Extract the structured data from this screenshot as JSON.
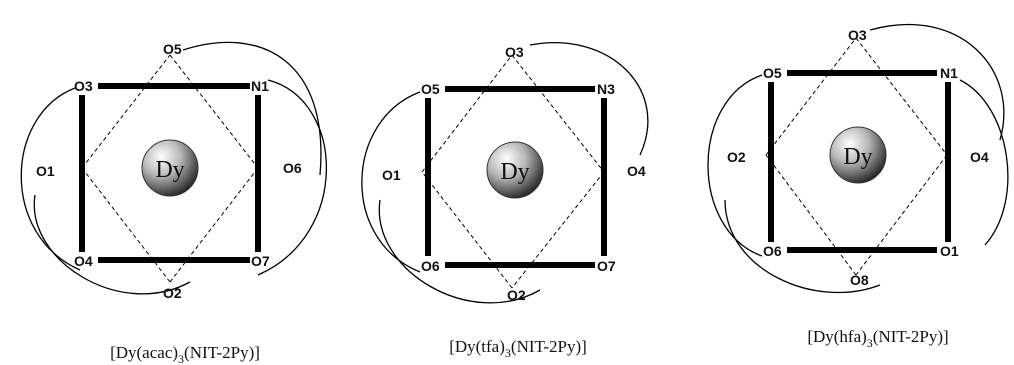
{
  "diagrams": [
    {
      "center_label": "Dy",
      "atoms": {
        "top_left": "O3",
        "top_right": "N1",
        "bottom_left": "O4",
        "bottom_right": "O7",
        "top": "O5",
        "left": "O1",
        "right": "O6",
        "bottom": "O2"
      },
      "caption": {
        "pre": "[Dy(acac)",
        "sub": "3",
        "post": "(NIT-2Py)]"
      }
    },
    {
      "center_label": "Dy",
      "atoms": {
        "top_left": "O5",
        "top_right": "N3",
        "bottom_left": "O6",
        "bottom_right": "O7",
        "top": "O3",
        "left": "O1",
        "right": "O4",
        "bottom": "O2"
      },
      "caption": {
        "pre": "[Dy(tfa)",
        "sub": "3",
        "post": "(NIT-2Py)]"
      }
    },
    {
      "center_label": "Dy",
      "atoms": {
        "top_left": "O5",
        "top_right": "N1",
        "bottom_left": "O6",
        "bottom_right": "O1",
        "top": "O3",
        "left": "O2",
        "right": "O4",
        "bottom": "O8"
      },
      "caption": {
        "pre": "[Dy(hfa)",
        "sub": "3",
        "post": "(NIT-2Py)]"
      }
    }
  ]
}
